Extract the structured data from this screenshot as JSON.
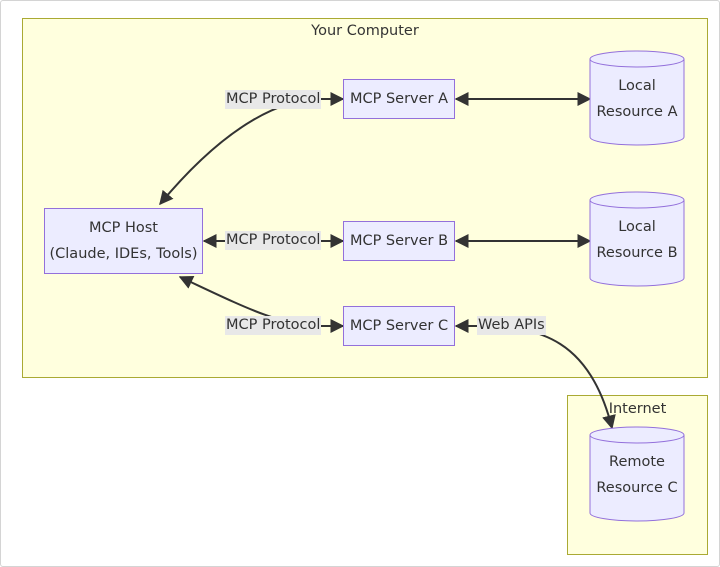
{
  "clusters": {
    "computer": {
      "title": "Your Computer"
    },
    "internet": {
      "title": "Internet"
    }
  },
  "nodes": {
    "host": {
      "line1": "MCP Host",
      "line2": "(Claude, IDEs, Tools)"
    },
    "server_a": {
      "label": "MCP Server A"
    },
    "server_b": {
      "label": "MCP Server B"
    },
    "server_c": {
      "label": "MCP Server C"
    },
    "resource_a": {
      "line1": "Local",
      "line2": "Resource A"
    },
    "resource_b": {
      "line1": "Local",
      "line2": "Resource B"
    },
    "resource_c": {
      "line1": "Remote",
      "line2": "Resource C"
    }
  },
  "edge_labels": {
    "protocol_a": "MCP Protocol",
    "protocol_b": "MCP Protocol",
    "protocol_c": "MCP Protocol",
    "web_apis": "Web APIs"
  },
  "colors": {
    "cluster_fill": "#ffffde",
    "cluster_stroke": "#aaaa33",
    "node_fill": "#ececff",
    "node_stroke": "#9370db",
    "edge": "#333333"
  }
}
